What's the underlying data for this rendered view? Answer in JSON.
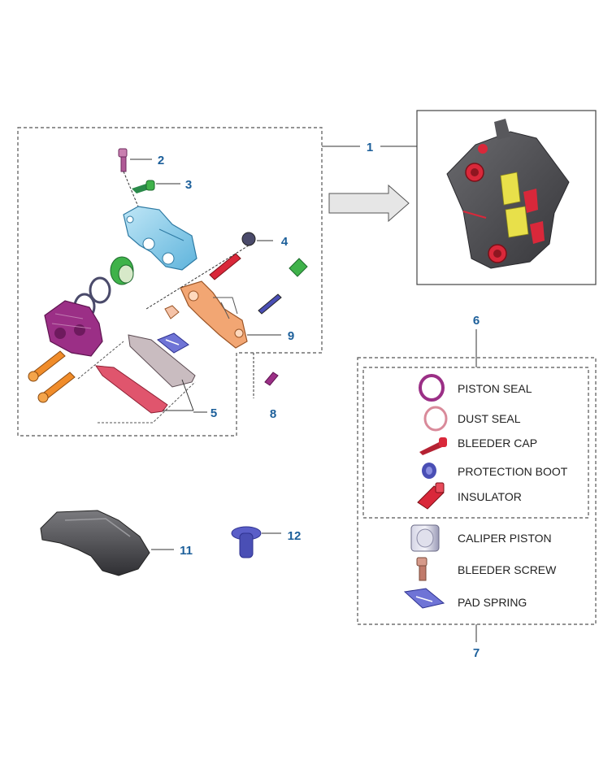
{
  "callouts": {
    "c1": "1",
    "c2": "2",
    "c3": "3",
    "c4": "4",
    "c5": "5",
    "c6": "6",
    "c7": "7",
    "c8": "8",
    "c9": "9",
    "c11": "11",
    "c12": "12"
  },
  "legend": {
    "piston_seal": "PISTON SEAL",
    "dust_seal": "DUST SEAL",
    "bleeder_cap": "BLEEDER CAP",
    "protection_boot": "PROTECTION BOOT",
    "insulator": "INSULATOR",
    "caliper_piston": "CALIPER PISTON",
    "bleeder_screw": "BLEEDER SCREW",
    "pad_spring": "PAD SPRING"
  },
  "colors": {
    "callout": "#1c5f9a",
    "caliper_body": "#8fd0ec",
    "caliper_outer": "#9b2f86",
    "bracket": "#f2a673",
    "pad": "#e0556d",
    "bolt": "#f08c2a",
    "piston": "#3fb24a",
    "insulator": "#d9283a",
    "spring": "#4a4fb5",
    "assembly": "#4e4e52"
  }
}
